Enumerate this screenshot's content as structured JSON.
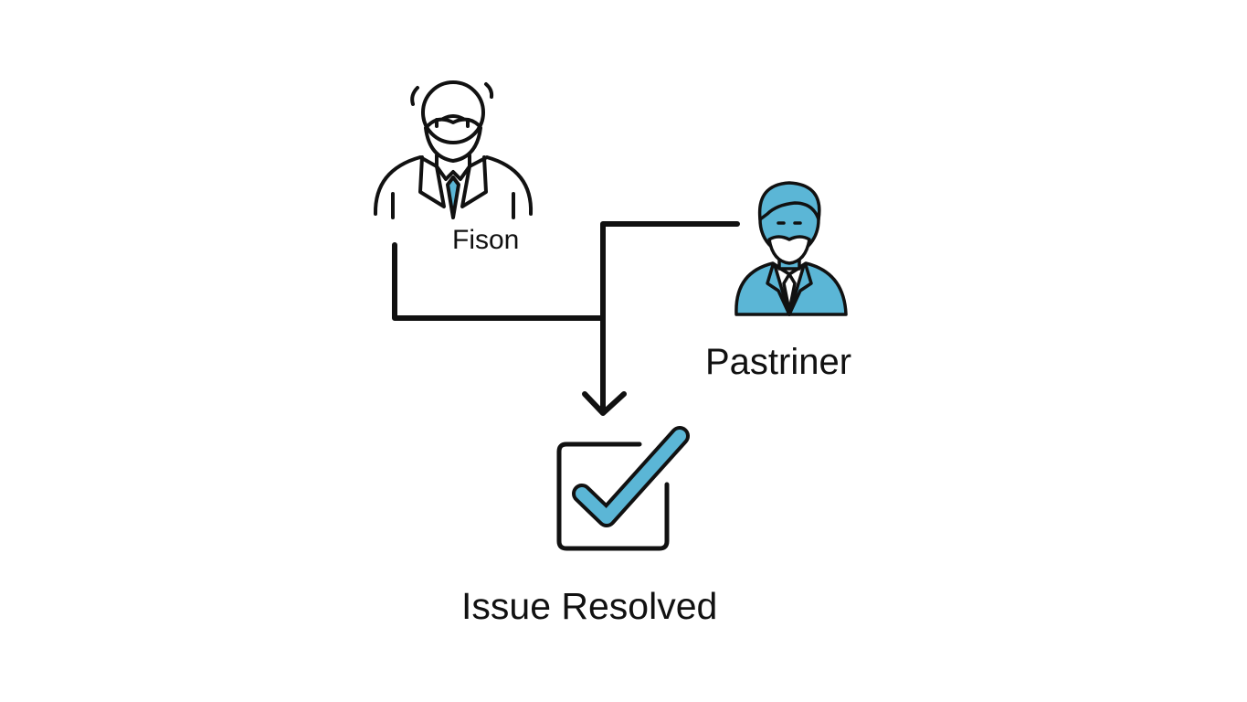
{
  "nodes": {
    "person_left": {
      "label": "Fison",
      "icon": "stressed-person-icon"
    },
    "person_right": {
      "label": "Pastriner",
      "icon": "businessman-icon"
    },
    "outcome": {
      "label": "Issue Resolved",
      "icon": "checkbox-check-icon"
    }
  },
  "colors": {
    "line": "#111111",
    "accent": "#5bb6d6",
    "background": "#ffffff"
  }
}
